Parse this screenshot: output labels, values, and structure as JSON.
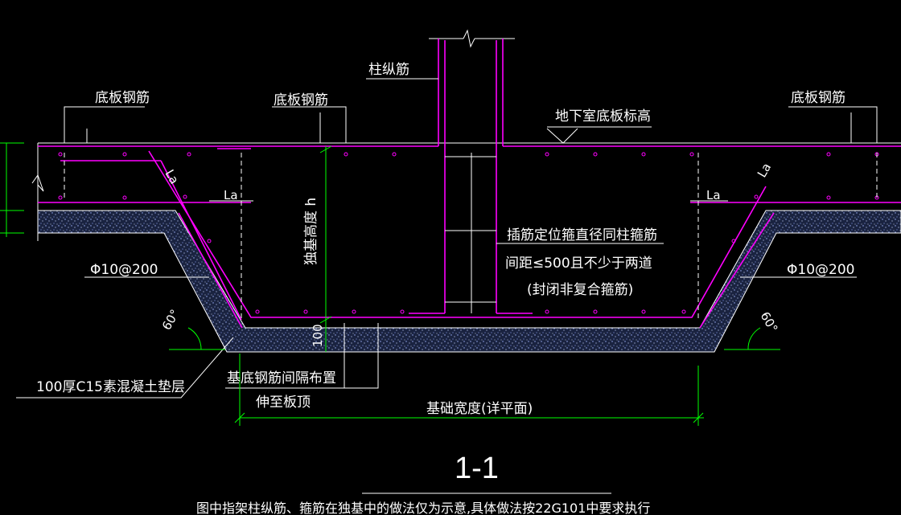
{
  "drawing": {
    "labels": {
      "column_rebar": "柱纵筋",
      "slab_rebar_left": "底板钢筋",
      "slab_rebar_mid": "底板钢筋",
      "slab_rebar_right": "底板钢筋",
      "basement_slab_elevation": "地下室底板标高",
      "la_left": "La",
      "la_right": "La",
      "la_diag_left": "La",
      "la_diag_right": "La",
      "stirrup_note_1": "插筋定位箍直径同柱箍筋",
      "stirrup_note_2": "间距≤500且不少于两道",
      "stirrup_note_3": "(封闭非复合箍筋)",
      "rebar_spec_left": "Φ10@200",
      "rebar_spec_right": "Φ10@200",
      "angle_left": "60°",
      "angle_right": "60°",
      "foundation_height": "独基高度 h",
      "cushion_thickness": "100",
      "cushion_layer": "100厚C15素混凝土垫层",
      "bottom_rebar_note_1": "基底钢筋间隔布置",
      "bottom_rebar_note_2": "伸至板顶",
      "foundation_width": "基础宽度(详平面)"
    },
    "section_title": "1-1",
    "footnote": "图中指架柱纵筋、箍筋在独基中的做法仅为示意,具体做法按22G101中要求执行"
  },
  "colors": {
    "rebar": "#ff00ff",
    "leader": "#ffffff",
    "dimension": "#00ff00",
    "concrete_fill": "#3a4a78"
  }
}
